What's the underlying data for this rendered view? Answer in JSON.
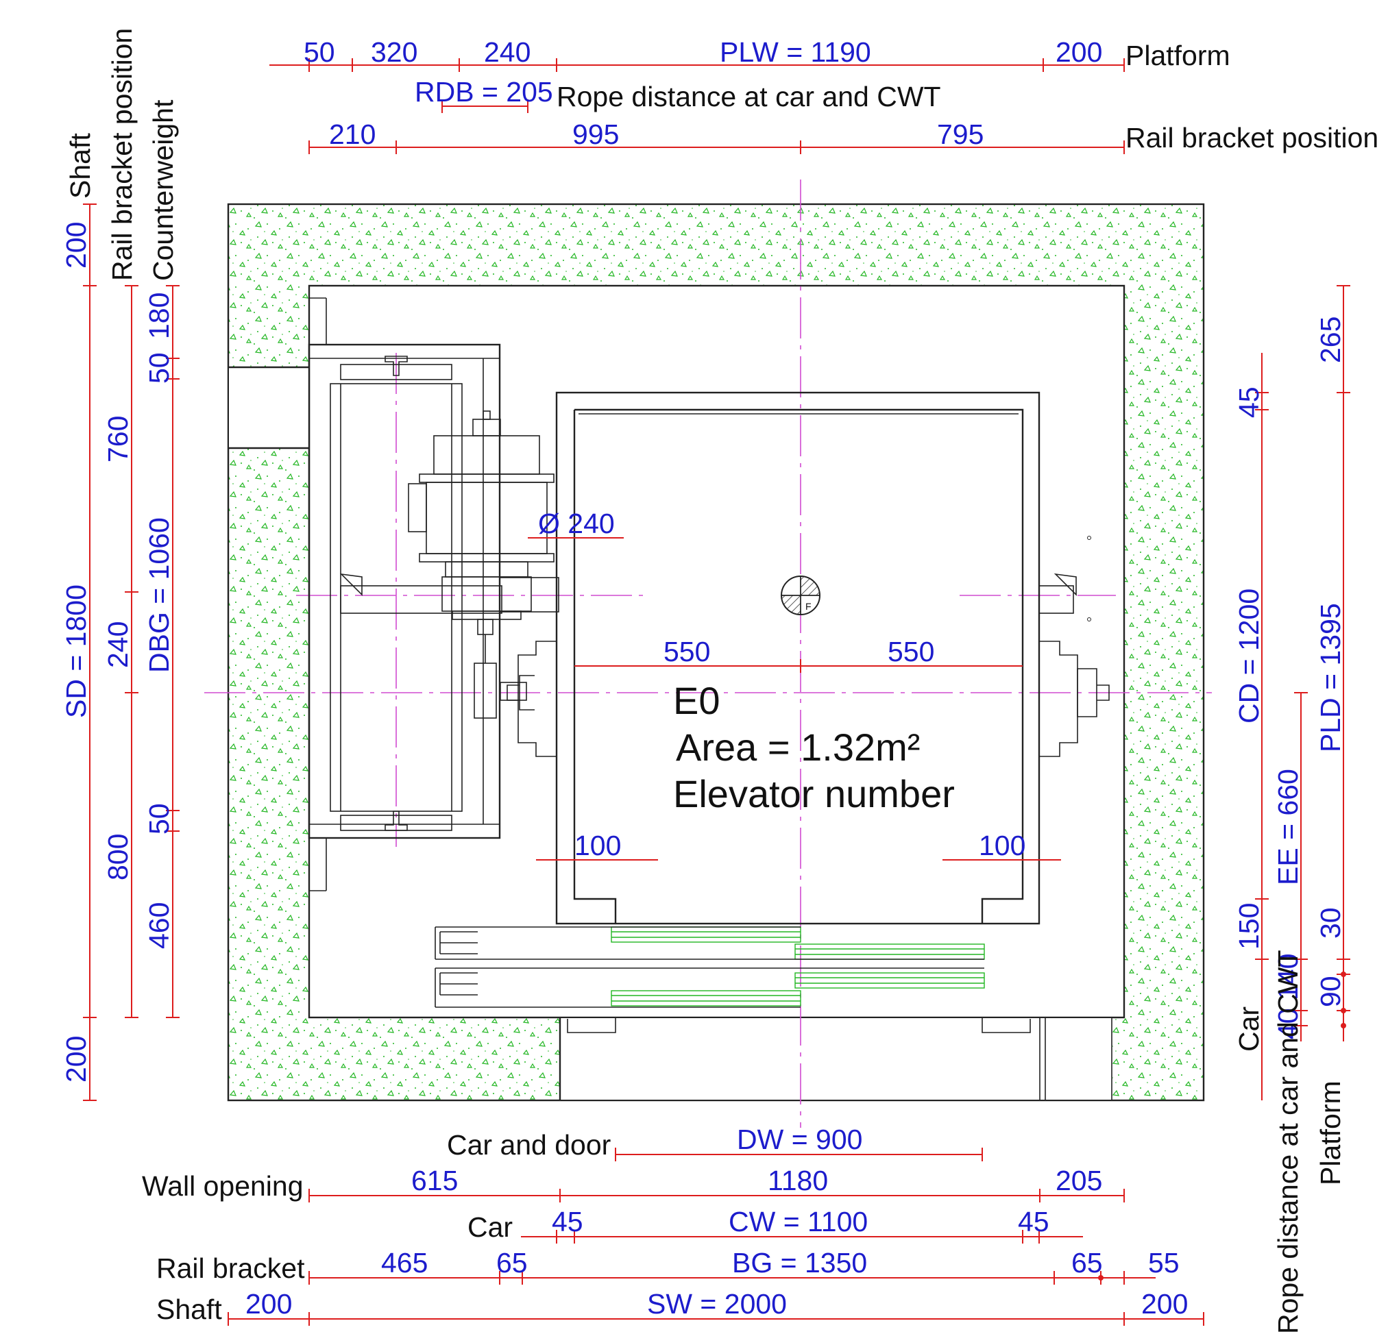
{
  "top": {
    "platform_row": {
      "d1": "50",
      "d2": "320",
      "d3": "240",
      "plw": "PLW = 1190",
      "d5": "200",
      "label": "Platform"
    },
    "rope_row": {
      "rdb": "RDB = 205",
      "label": "Rope distance at car and CWT"
    },
    "rail_row": {
      "d1": "210",
      "d2": "995",
      "d3": "795",
      "label": "Rail bracket position"
    }
  },
  "left": {
    "labels": {
      "shaft": "Shaft",
      "rail_bracket": "Rail bracket position",
      "counterweight": "Counterweight"
    },
    "shaft_col": {
      "top": "200",
      "sd": "SD = 1800",
      "bottom": "200"
    },
    "rail_col": {
      "d1": "760",
      "d2": "240",
      "d3": "800"
    },
    "cwt_col": {
      "d1": "180",
      "d2": "50",
      "dbg": "DBG = 1060",
      "d4": "50",
      "d5": "460"
    }
  },
  "right": {
    "labels": {
      "car": "Car",
      "rope": "Rope distance at car and CWT",
      "platform": "Platform"
    },
    "car_col": {
      "d1": "45",
      "cd": "CD = 1200",
      "d3": "150"
    },
    "rope_col": {
      "ee": "EE = 660",
      "d2": "140",
      "d3": "40"
    },
    "platform_col": {
      "d1": "265",
      "pld": "PLD = 1395",
      "d3": "30",
      "d4": "90"
    }
  },
  "center": {
    "diameter": "Ø 240",
    "half_left": "550",
    "half_right": "550",
    "gap_left": "100",
    "gap_right": "100",
    "elevator_id": "E0",
    "area": "Area = 1.32m²",
    "elevator_label": "Elevator number",
    "fix_mark": "F"
  },
  "bottom": {
    "door_row": {
      "label": "Car and door",
      "dw": "DW = 900"
    },
    "opening_row": {
      "label": "Wall opening",
      "d1": "615",
      "d2": "1180",
      "d3": "205"
    },
    "car_row": {
      "label": "Car",
      "d1": "45",
      "cw": "CW = 1100",
      "d3": "45"
    },
    "bracket_row": {
      "label": "Rail bracket",
      "d1": "465",
      "d2": "65",
      "bg": "BG = 1350",
      "d4": "65",
      "d5": "55"
    },
    "shaft_row": {
      "label": "Shaft",
      "d1": "200",
      "sw": "SW = 2000",
      "d3": "200"
    }
  },
  "colors": {
    "dimension_text": "#1c1ccc",
    "dimension_line": "#dd1d1d",
    "axis": "#d14bd1",
    "wall_hatch": "#22b622",
    "outline": "#222222"
  }
}
